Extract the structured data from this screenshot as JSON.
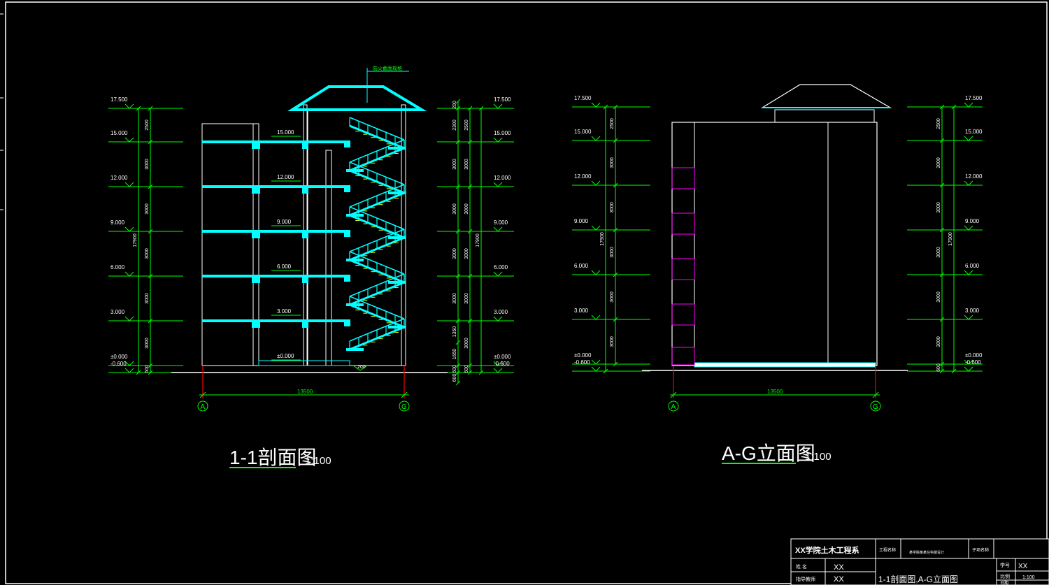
{
  "colors": {
    "background": "#000000",
    "dimension": "#00ff00",
    "structure": "#ffffff",
    "section_cut": "#00ffff",
    "stair_tread": "#ffff00",
    "window": "#ff00ff",
    "axis": "#ff0000"
  },
  "section": {
    "title": "1-1剖面图",
    "scale": "1:100",
    "annotation": "防火截面规格",
    "left_elevations": [
      "17.500",
      "15.000",
      "12.000",
      "9.000",
      "6.000",
      "3.000",
      "±0.000",
      "-0.600"
    ],
    "inner_elevations": [
      "15.000",
      "12.000",
      "9.000",
      "6.000",
      "3.000",
      "±0.000"
    ],
    "right_elevations": [
      "17.500",
      "15.000",
      "12.000",
      "9.000",
      "6.000",
      "3.000",
      "±0.000",
      "-0.600"
    ],
    "left_dims": [
      "2500",
      "3000",
      "3000",
      "3000",
      "3000",
      "3000",
      "600"
    ],
    "left_total": "17900",
    "right_dims_inner": [
      "200",
      "2300",
      "3000",
      "3000",
      "3000",
      "3000",
      "1350",
      "1650",
      "600",
      "600"
    ],
    "right_dims_outer": [
      "2500",
      "3000",
      "3000",
      "3000",
      "3000",
      "3000",
      "600"
    ],
    "right_total": "17900",
    "stair_label": "200",
    "width_dim": "13500",
    "axis_left": "A",
    "axis_right": "G"
  },
  "elevation": {
    "title": "A-G立面图",
    "scale": "1:100",
    "left_elevations": [
      "17.500",
      "15.000",
      "12.000",
      "9.000",
      "6.000",
      "3.000",
      "±0.000",
      "-0.600"
    ],
    "right_elevations": [
      "17.500",
      "15.000",
      "12.000",
      "9.000",
      "6.000",
      "3.000",
      "±0.000",
      "-0.600"
    ],
    "left_dims": [
      "2500",
      "3000",
      "3000",
      "3000",
      "3000",
      "3000"
    ],
    "left_total": "17900",
    "right_dims": [
      "2500",
      "3000",
      "3000",
      "3000",
      "3000",
      "3000",
      "600"
    ],
    "right_total": "17900",
    "width_dim": "13500",
    "axis_left": "A",
    "axis_right": "G"
  },
  "title_block": {
    "school": "XX学院土木工程系",
    "project_label": "工程名称",
    "project_name": "某学院某某住宅楼设计",
    "drawing_label": "子项名称",
    "row1_label": "姓 名",
    "row1_value": "XX",
    "row2_label": "指导教师",
    "row2_value": "XX",
    "drawing_title": "1-1剖面图,A-G立面图",
    "r1_label": "学号",
    "r1_value": "XX",
    "r2_label": "比例",
    "r2_value": "1:100",
    "r3_label": "日期"
  }
}
